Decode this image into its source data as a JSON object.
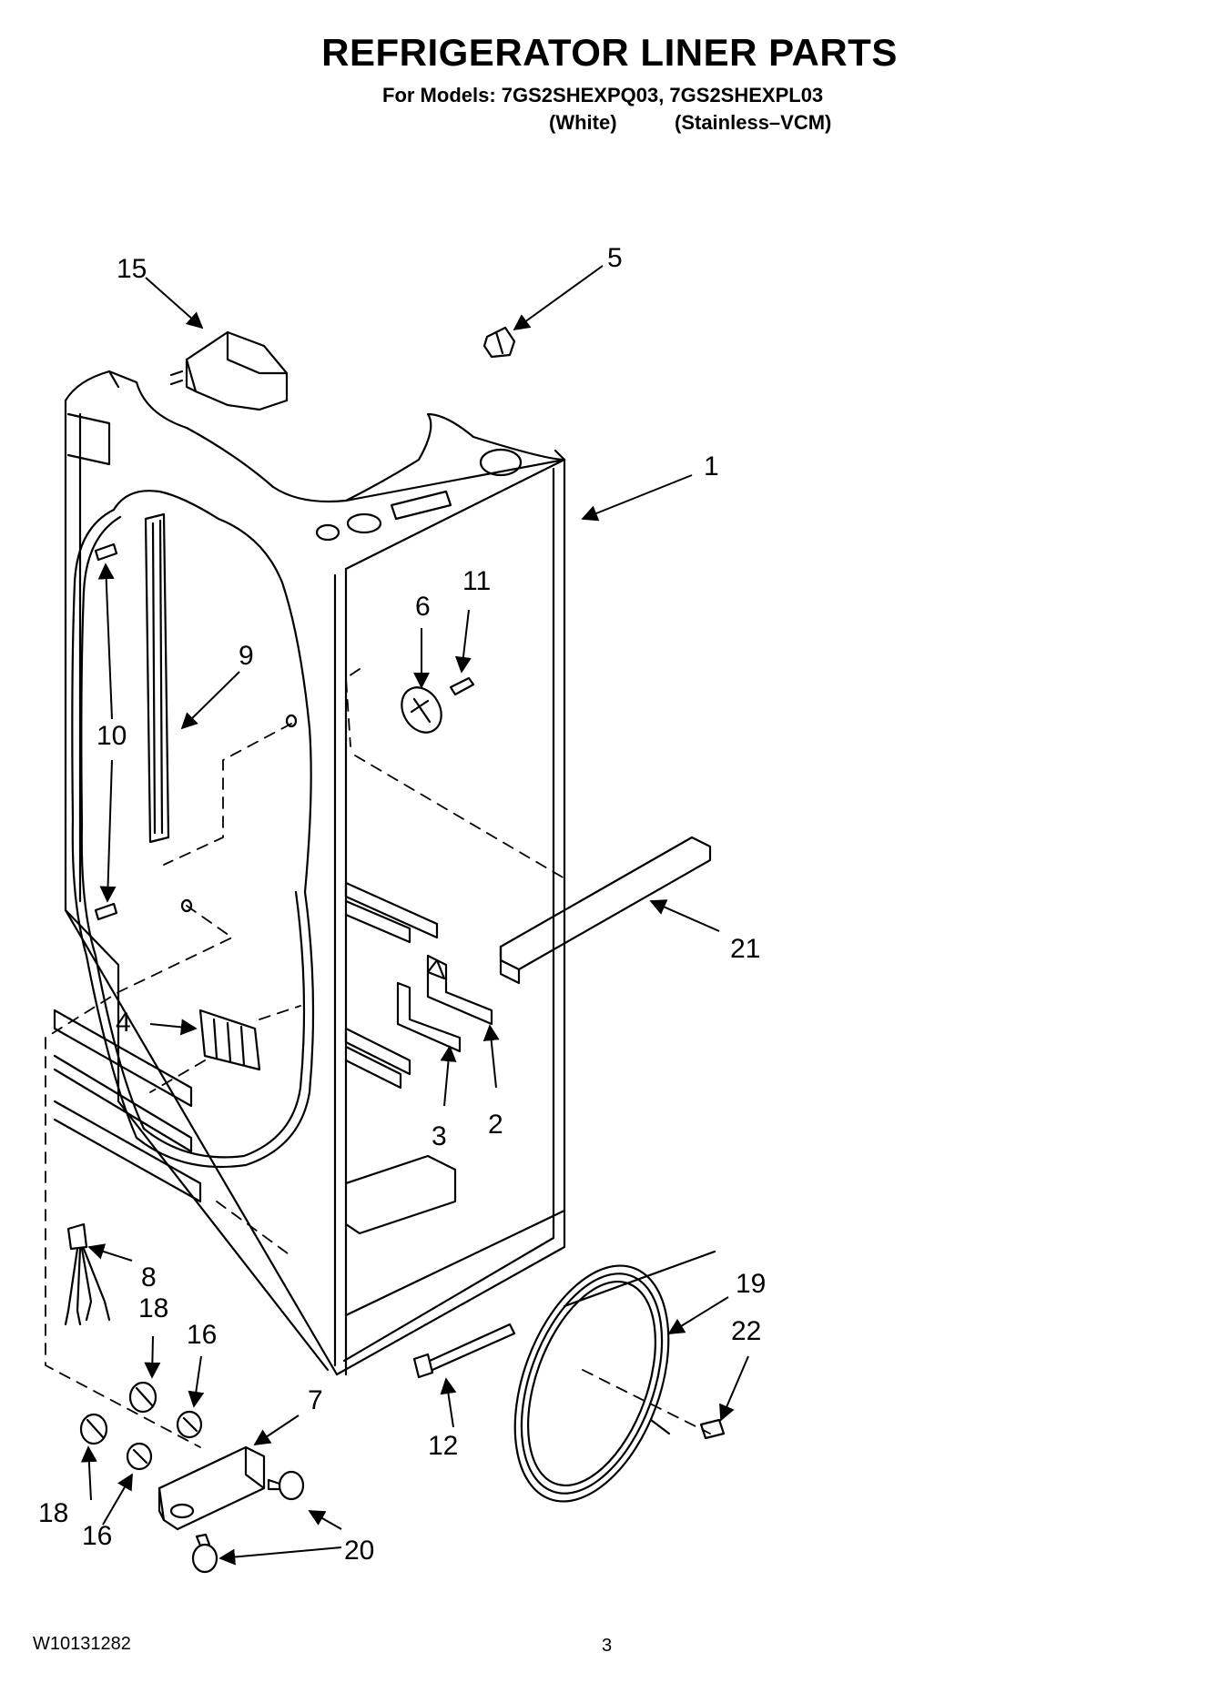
{
  "header": {
    "title": "REFRIGERATOR LINER PARTS",
    "models_line": "For Models: 7GS2SHEXPQ03, 7GS2SHEXPL03",
    "variant_white": "(White)",
    "variant_stainless": "(Stainless–VCM)"
  },
  "callouts": {
    "c1": "1",
    "c2": "2",
    "c3": "3",
    "c4": "4",
    "c5": "5",
    "c6": "6",
    "c7": "7",
    "c8": "8",
    "c9": "9",
    "c10": "10",
    "c11": "11",
    "c12": "12",
    "c15": "15",
    "c16a": "16",
    "c16b": "16",
    "c18a": "18",
    "c18b": "18",
    "c19": "19",
    "c20": "20",
    "c21": "21",
    "c22": "22"
  },
  "footer": {
    "doc_number": "W10131282",
    "page_number": "3"
  }
}
